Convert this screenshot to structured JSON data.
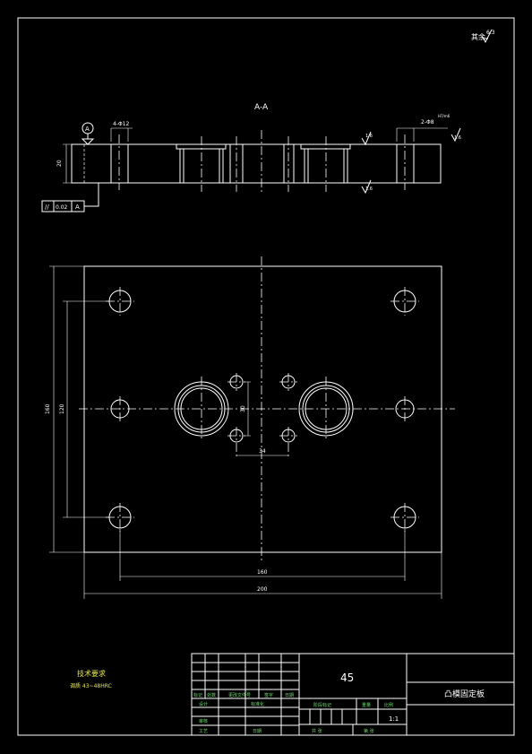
{
  "drawing": {
    "roughness_note": "其余",
    "roughness_value": "6.3",
    "section_label": "A-A",
    "datum_label": "A",
    "hole_callout_left": "4-Φ12",
    "hole_callout_right": "2-Φ8",
    "fit_note": "H7/m6",
    "roughness_top": "1.6",
    "roughness_side": "1.6",
    "roughness_bottom": "1.6",
    "thickness_dim": "20",
    "tolerance_frame": {
      "symbol": "//",
      "value": "0.02",
      "datum": "A"
    },
    "dims": {
      "height_outer": "160",
      "height_inner": "120",
      "hole_pitch_y": "30",
      "hole_pitch_x": "34",
      "width_inner": "160",
      "width_outer": "200"
    }
  },
  "notes": {
    "title": "技术要求",
    "line1": "调质 43~48HRC"
  },
  "title_block": {
    "material": "45",
    "part_name": "凸模固定板",
    "scale": "1:1",
    "col_mark": "标记",
    "col_count": "处数",
    "col_zone": "更改文件号",
    "col_sign": "签字",
    "col_date": "日期",
    "design": "设计",
    "standard": "标准化",
    "review": "审核",
    "process": "工艺",
    "approve": "日期",
    "stage_mark": "阶段标记",
    "weight": "重量",
    "scale_label": "比例",
    "sheet_total": "共   张",
    "sheet_no": "第   张"
  }
}
